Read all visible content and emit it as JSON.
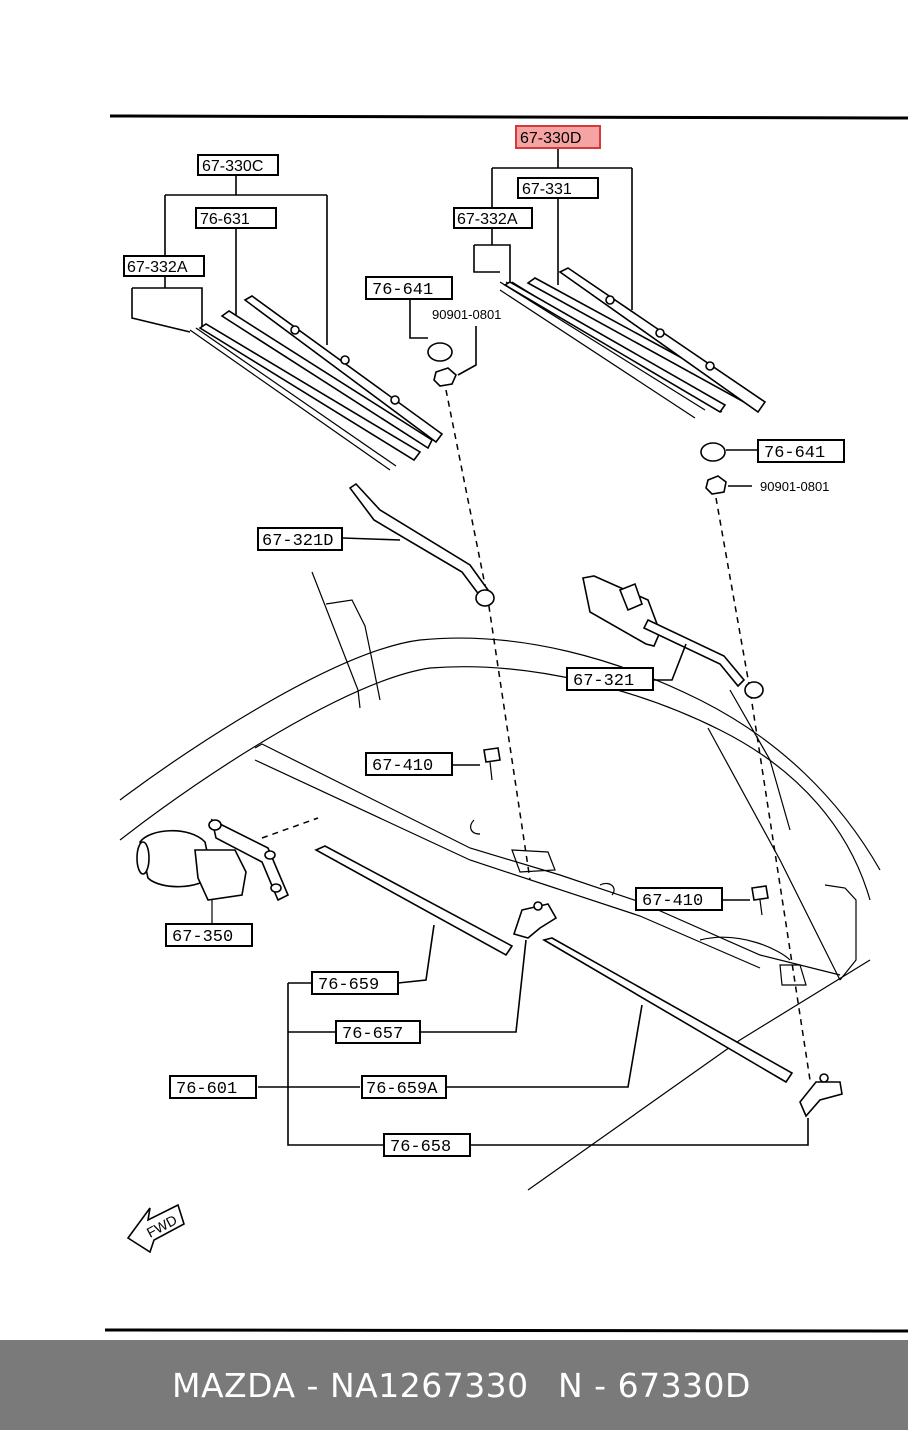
{
  "labels": {
    "l_67330D": "67-330D",
    "l_67331": "67-331",
    "l_67332A_r": "67-332A",
    "l_67330C": "67-330C",
    "l_76631": "76-631",
    "l_67332A_l": "67-332A",
    "l_76641_top": "76-641",
    "l_90901_top": "90901-0801",
    "l_76641_r": "76-641",
    "l_90901_r": "90901-0801",
    "l_67321D": "67-321D",
    "l_67321": "67-321",
    "l_67410_l": "67-410",
    "l_67410_r": "67-410",
    "l_67350": "67-350",
    "l_76659": "76-659",
    "l_76657": "76-657",
    "l_76601": "76-601",
    "l_76659A": "76-659A",
    "l_76658": "76-658",
    "fwd": "FWD"
  },
  "highlight_color": "#d43a3a",
  "footer": {
    "brand_part": "MAZDA - NA1267330",
    "code": "N - 67330D"
  }
}
